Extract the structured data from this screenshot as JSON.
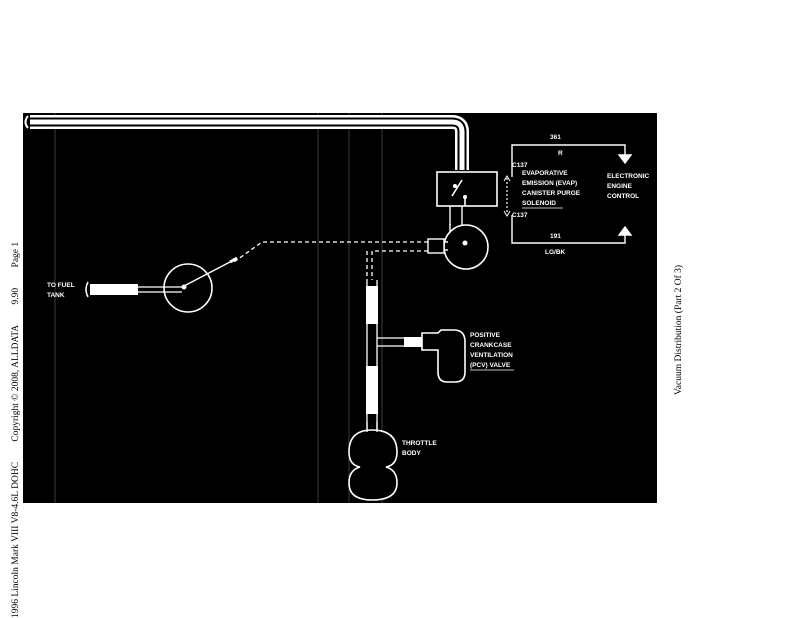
{
  "header": {
    "vehicle": "1996 Lincoln Mark VIII V8-4.6L DOHC",
    "copyright": "Copyright © 2008, ALLDATA",
    "version": "9.90",
    "page": "Page 1"
  },
  "caption": "Vacuum Distribution (Part 2 Of 3)",
  "diagram": {
    "labels": {
      "evap_line1": "EVAPORATIVE",
      "evap_line2": "EMISSION (EVAP)",
      "evap_line3": "CANISTER PURGE",
      "evap_line4": "SOLENOID",
      "connector_top": "C137",
      "connector_bottom": "C137",
      "circuit_top": "361",
      "wire_top": "R",
      "circuit_bottom": "191",
      "wire_bottom": "LG/BK",
      "eec_line1": "ELECTRONIC",
      "eec_line2": "ENGINE",
      "eec_line3": "CONTROL",
      "fuel_line1": "TO FUEL",
      "fuel_line2": "TANK",
      "pcv_line1": "POSITIVE",
      "pcv_line2": "CRANKCASE",
      "pcv_line3": "VENTILATION",
      "pcv_line4": "(PCV) VALVE",
      "throttle_line1": "THROTTLE",
      "throttle_line2": "BODY"
    }
  }
}
